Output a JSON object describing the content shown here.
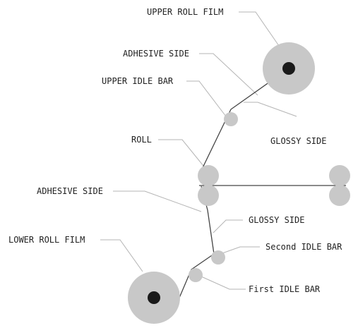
{
  "labels": {
    "upper_roll_film": "UPPER ROLL FILM",
    "adhesive_side_top": "ADHESIVE SIDE",
    "upper_idle_bar": "UPPER IDLE BAR",
    "glossy_side_top": "GLOSSY SIDE",
    "roll": "ROLL",
    "adhesive_side_bottom": "ADHESIVE SIDE",
    "glossy_side_bottom": "GLOSSY SIDE",
    "lower_roll_film": "LOWER ROLL FILM",
    "second_idle_bar": "Second IDLE BAR",
    "first_idle_bar": "First IDLE BAR"
  },
  "colors": {
    "roller_fill": "#c8c8c8",
    "roll_core": "#1a1a1a",
    "film_line": "#444444",
    "leader_line": "#b4b4b4"
  }
}
